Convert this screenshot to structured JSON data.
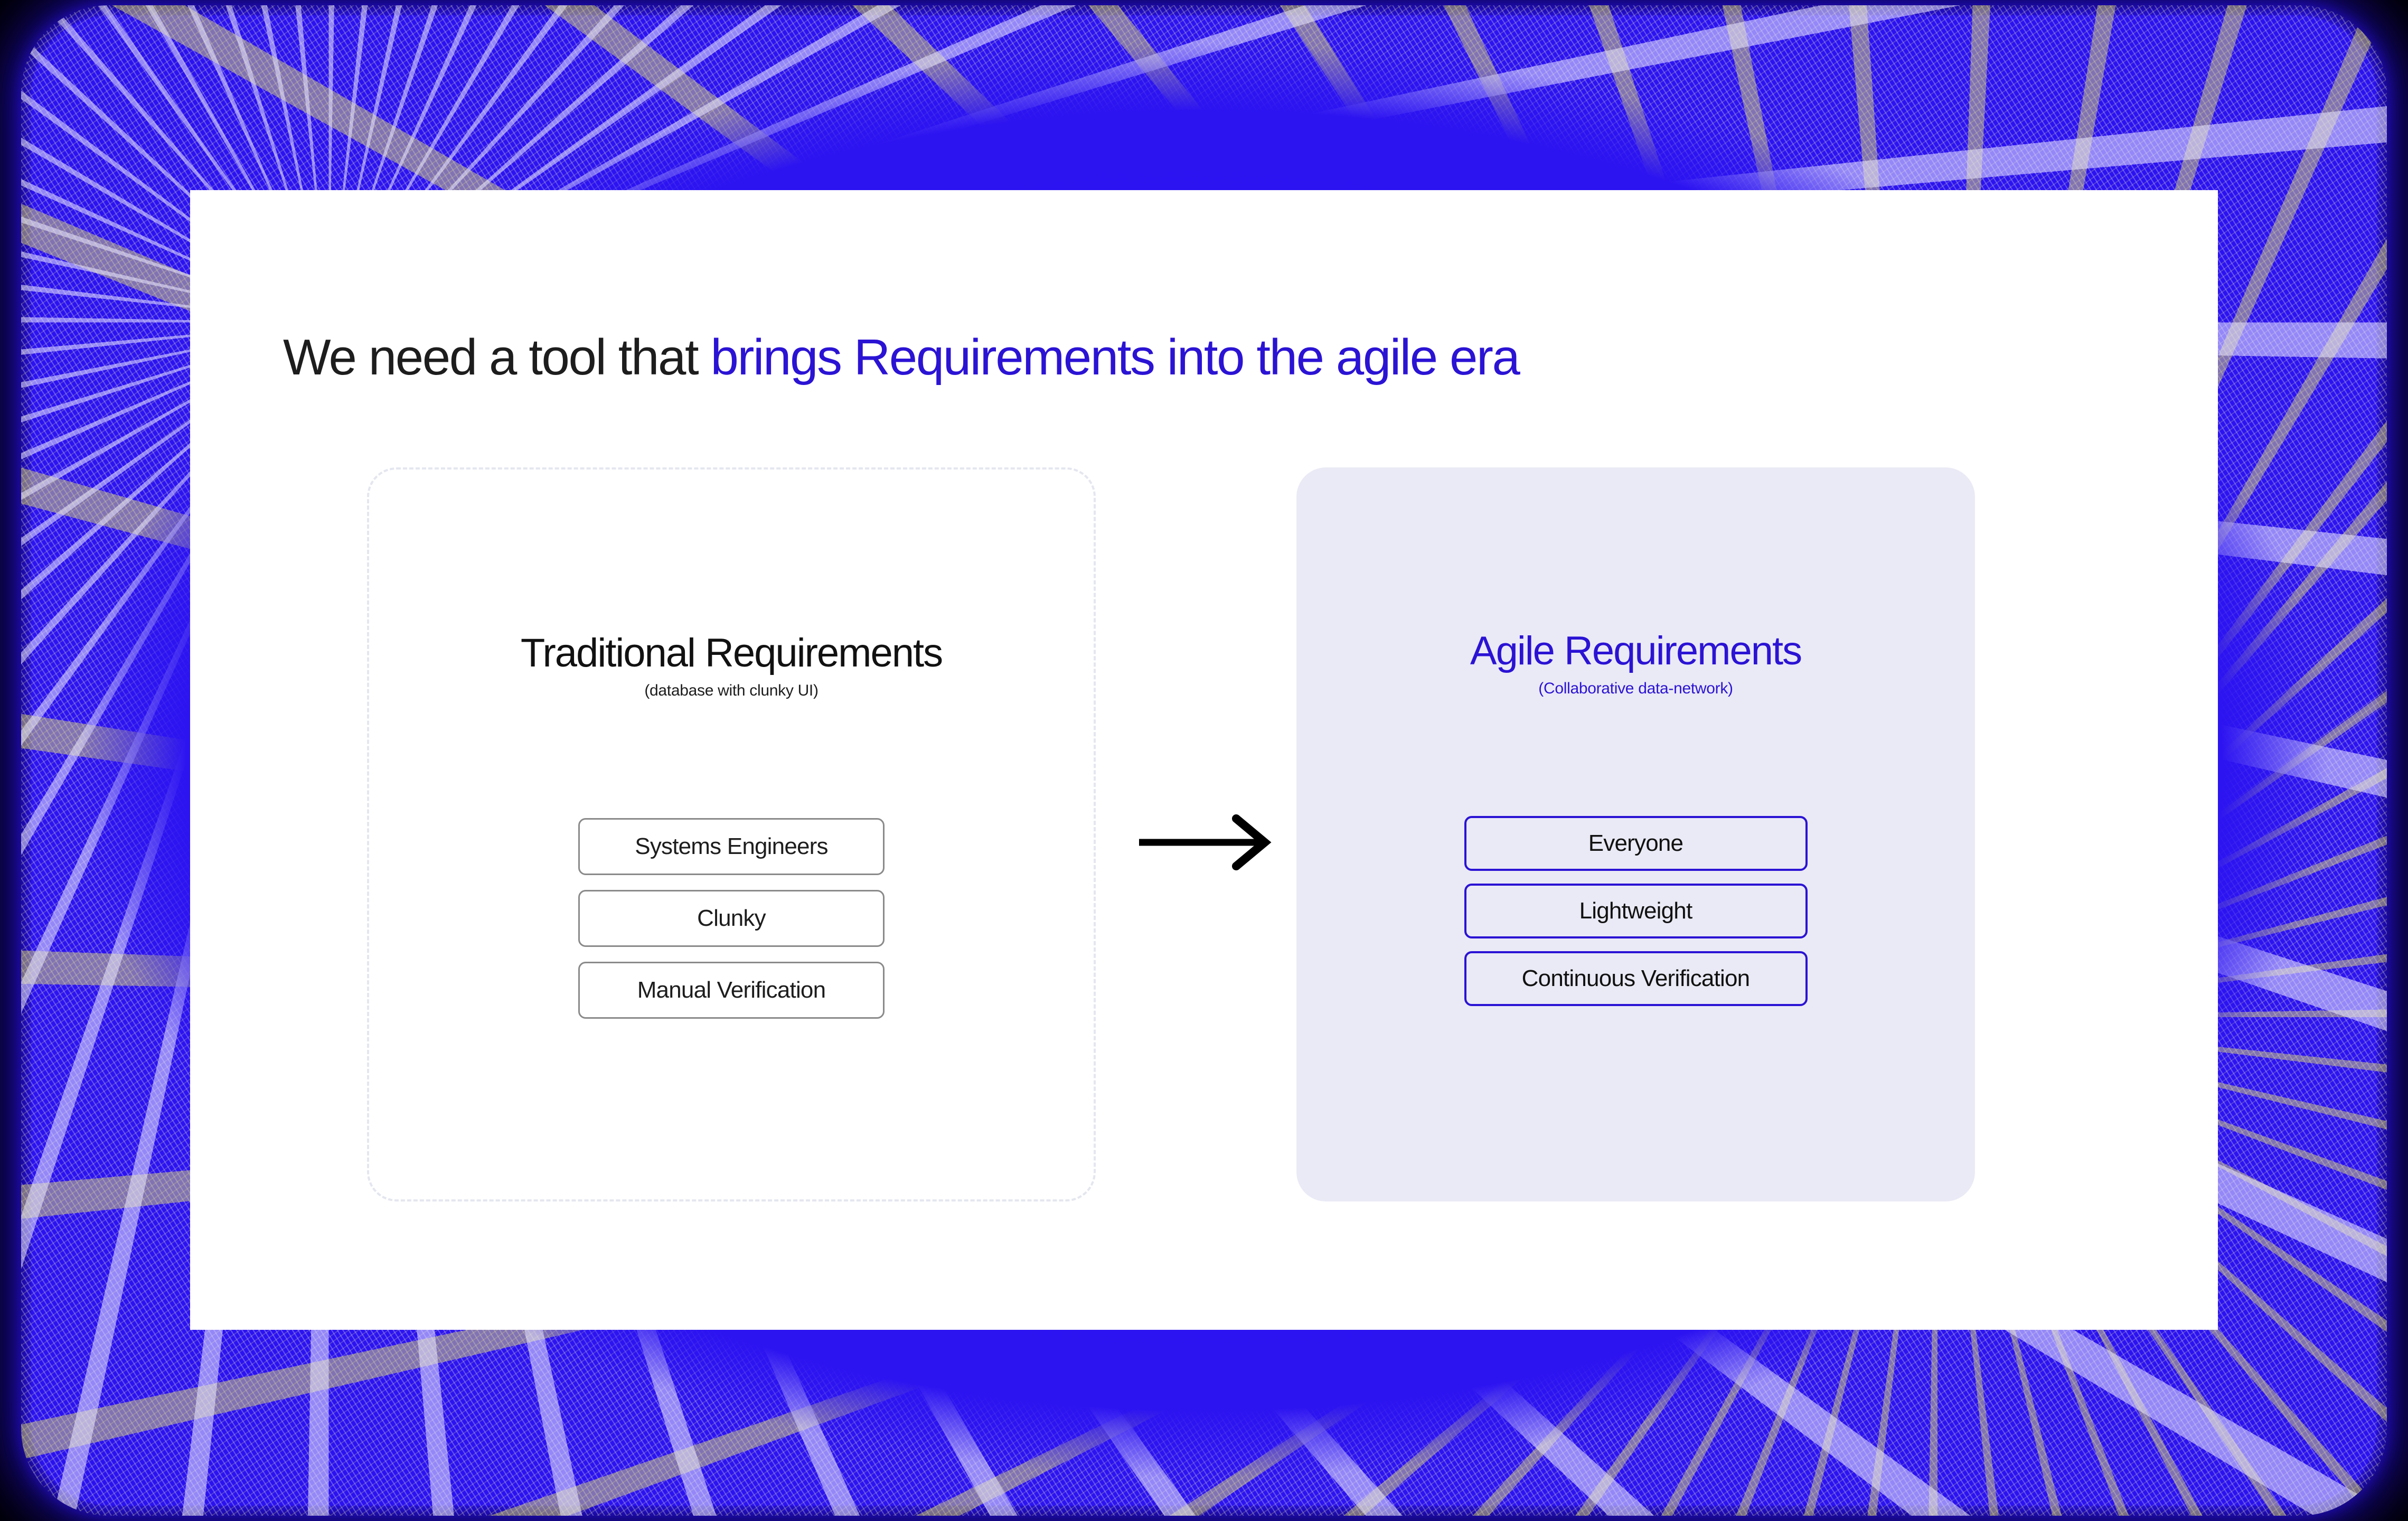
{
  "theme": {
    "frame_color": "#2a11ee",
    "accent_color": "#2b13d4",
    "slide_background": "#ffffff",
    "agile_panel_background": "#eaeaf6",
    "traditional_border_color": "#e4e6ef",
    "chip_border_gray": "#8a8a8a",
    "text_color": "#1d1d1d",
    "page_background": "#000000"
  },
  "slide": {
    "title": {
      "lead": "We need a tool that ",
      "highlight": "brings Requirements into the agile era"
    }
  },
  "comparison": {
    "arrow_icon": "arrow-right-icon",
    "panels": [
      {
        "id": "traditional",
        "title": "Traditional Requirements",
        "subtitle": "(database with clunky UI)",
        "chips": [
          "Systems Engineers",
          "Clunky",
          "Manual Verification"
        ]
      },
      {
        "id": "agile",
        "title": "Agile Requirements",
        "subtitle": "(Collaborative data-network)",
        "chips": [
          "Everyone",
          "Lightweight",
          "Continuous Verification"
        ]
      }
    ]
  }
}
